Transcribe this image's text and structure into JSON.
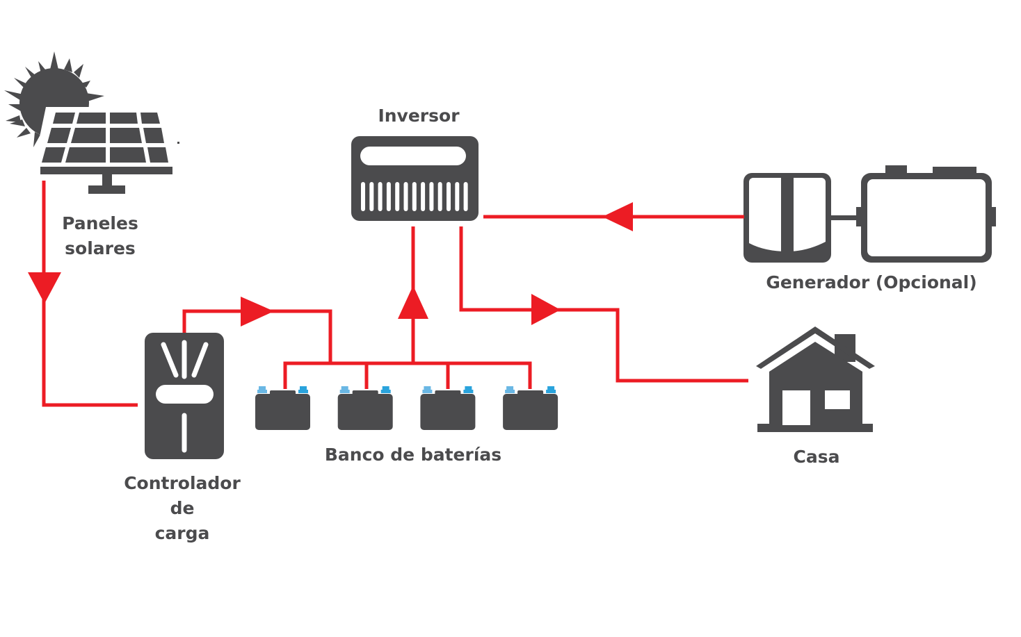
{
  "title": "Sistema solar aislado con banco de baterías",
  "colors": {
    "icon": "#4b4b4d",
    "wire": "#ec1c24",
    "terminal_light": "#6ab7e4",
    "terminal_dark": "#2aa3dc",
    "background": "#ffffff"
  },
  "nodes": {
    "solar_panels": {
      "label_lines": [
        "Paneles",
        "solares"
      ],
      "icon": "sun-solar-panel-icon"
    },
    "charge_controller": {
      "label_lines": [
        "Controlador",
        "de",
        "carga"
      ],
      "icon": "charge-controller-icon"
    },
    "battery_bank": {
      "label": "Banco de baterías",
      "icon": "battery-icon",
      "battery_count": 4
    },
    "inverter": {
      "label": "Inversor",
      "icon": "inverter-icon"
    },
    "generator": {
      "label": "Generador (Opcional)",
      "icon": "generator-icon"
    },
    "house": {
      "label": "Casa",
      "icon": "house-icon"
    }
  },
  "connections": [
    {
      "from": "Paneles solares",
      "to": "Controlador de carga",
      "direction": "down"
    },
    {
      "from": "Controlador de carga",
      "to": "Banco de baterías",
      "direction": "right"
    },
    {
      "from": "Banco de baterías",
      "to": "Inversor",
      "direction": "up"
    },
    {
      "from": "Generador (Opcional)",
      "to": "Inversor",
      "direction": "left"
    },
    {
      "from": "Inversor",
      "to": "Casa",
      "direction": "right"
    }
  ]
}
